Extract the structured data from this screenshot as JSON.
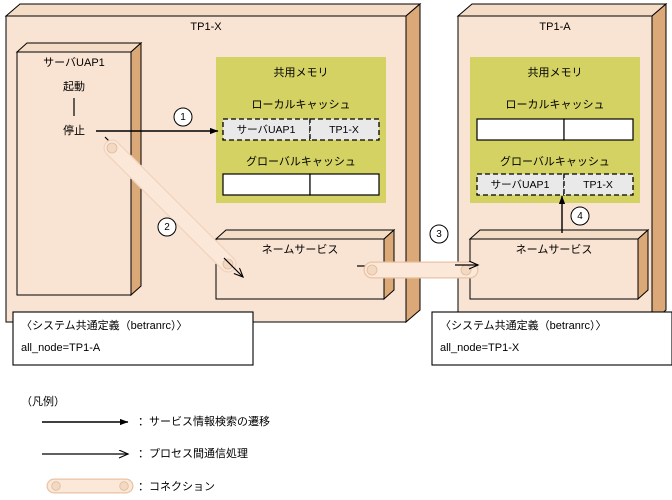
{
  "diagram": {
    "title_hidden": "",
    "nodes": [
      {
        "id": "tp1x",
        "name": "TP1-X",
        "uap": {
          "title": "サーバUAP1",
          "state_start": "起動",
          "state_stop": "停止"
        },
        "shared_memory": {
          "title": "共用メモリ",
          "local_cache": {
            "header": "ローカルキャッシュ",
            "filled": true,
            "cells": [
              "サーバUAP1",
              "TP1-X"
            ]
          },
          "global_cache": {
            "header": "グローバルキャッシュ",
            "filled": false,
            "cells": [
              "",
              ""
            ]
          }
        },
        "name_service": "ネームサービス",
        "definition": {
          "header": "〈システム共通定義（betranrc）〉",
          "line": "all_node=TP1-A"
        }
      },
      {
        "id": "tp1a",
        "name": "TP1-A",
        "shared_memory": {
          "title": "共用メモリ",
          "local_cache": {
            "header": "ローカルキャッシュ",
            "filled": false,
            "cells": [
              "",
              ""
            ]
          },
          "global_cache": {
            "header": "グローバルキャッシュ",
            "filled": true,
            "cells": [
              "サーバUAP1",
              "TP1-X"
            ]
          }
        },
        "name_service": "ネームサービス",
        "definition": {
          "header": "〈システム共通定義（betranrc）〉",
          "line": "all_node=TP1-X"
        }
      }
    ],
    "step_markers": [
      {
        "id": "m1",
        "label": "1"
      },
      {
        "id": "m2",
        "label": "2"
      },
      {
        "id": "m3",
        "label": "3"
      },
      {
        "id": "m4",
        "label": "4"
      }
    ],
    "legend": {
      "header": "（凡例）",
      "items": [
        {
          "symbol": "solid-arrow",
          "label": "：サービス情報検索の遷移"
        },
        {
          "symbol": "open-arrow",
          "label": "：プロセス間通信処理"
        },
        {
          "symbol": "connection-pipe",
          "label": "：コネクション"
        }
      ]
    },
    "colors": {
      "node_face": "#f9e3d2",
      "node_top": "#f5dcc6",
      "node_side": "#dba878",
      "shared_memory": "#d4d263",
      "cache_cell_filled": "#e9e9e9",
      "cache_cell_empty": "#ffffff",
      "connection_fill": "#fbe8d9",
      "outline": "#000000",
      "def_box": "#ffffff"
    }
  }
}
